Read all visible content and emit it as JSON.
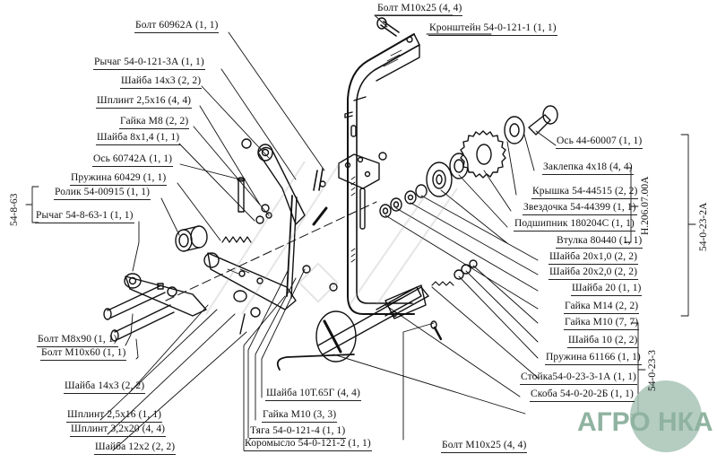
{
  "title": "Parts exploded view — лущильник / кронштейн 54-0-23-2А",
  "labels": {
    "bolt_m10x25_top": "Болт М10х25 (4, 4)",
    "kronshtein": "Кронштейн 54-0-121-1 (1, 1)",
    "bolt_60962a": "Болт 60962А (1, 1)",
    "rychag_54_0_121_3a": "Рычаг 54-0-121-3А (1, 1)",
    "shaiba_14x3_top": "Шайба 14х3 (2, 2)",
    "shplint_2_5x16_top": "Шплинт 2,5х16 (4, 4)",
    "gaika_m8": "Гайка М8 (2, 2)",
    "shaiba_8x1_4": "Шайба 8х1,4 (1, 1)",
    "os_60742a": "Ось 60742А (1, 1)",
    "pruzhina_60429": "Пружина 60429 (1, 1)",
    "rolik_54_00915": "Ролик 54-00915 (1, 1)",
    "rychag_54_8_63_1": "Рычаг 54-8-63-1 (1, 1)",
    "bolt_m8x90": "Болт М8х90 (1, 1)",
    "bolt_m10x60": "Болт М10х60 (1, 1)",
    "shaiba_14x3_bottom": "Шайба 14х3 (2, 2)",
    "shplint_2_5x16_bottom": "Шплинт 2,5х16 (1, 1)",
    "shplint_3_2x20": "Шплинт 3,2х20 (4, 4)",
    "shaiba_12x2": "Шайба 12х2 (2, 2)",
    "shaiba_10t65g": "Шайба 10Т.65Г (4, 4)",
    "gaika_m10_3": "Гайка М10 (3, 3)",
    "tyaga": "Тяга 54-0-121-4 (1, 1)",
    "koromyslo": "Коромысло 54-0-121-2 (1, 1)",
    "bolt_m10x25_bottom": "Болт М10х25 (4, 4)",
    "os_44_60007": "Ось 44-60007 (1, 1)",
    "zaklepka": "Заклепка 4х18 (4, 4)",
    "kryshka": "Крышка 54-44515 (2, 2)",
    "zvezdochka": "Звездочка 54-44399 (1, 1)",
    "podshipnik": "Подшипник 180204С (1, 1)",
    "vtulka": "Втулка 80440 (1, 1)",
    "shaiba_20x1_0": "Шайба 20х1,0 (2, 2)",
    "shaiba_20x2_0": "Шайба 20х2,0 (2, 2)",
    "shaiba_20": "Шайба 20 (1, 1)",
    "gaika_m14": "Гайка М14 (2, 2)",
    "gaika_m10_7": "Гайка М10 (7, 7)",
    "shaiba_10": "Шайба 10 (2, 2)",
    "pruzhina_61166": "Пружина 61166 (1, 1)",
    "stoika": "Стойка54-0-23-3-1А (1, 1)",
    "skoba": "Скоба 54-0-20-2Б (1, 1)"
  },
  "groups": {
    "left_group": "54-8-63",
    "hub_group": "Н.206.07.00А",
    "main_group": "54-0-23-2А",
    "stand_group": "54-0-23-3"
  },
  "watermark": {
    "text": "АГРО НКА",
    "color": "#8fb3a0"
  }
}
